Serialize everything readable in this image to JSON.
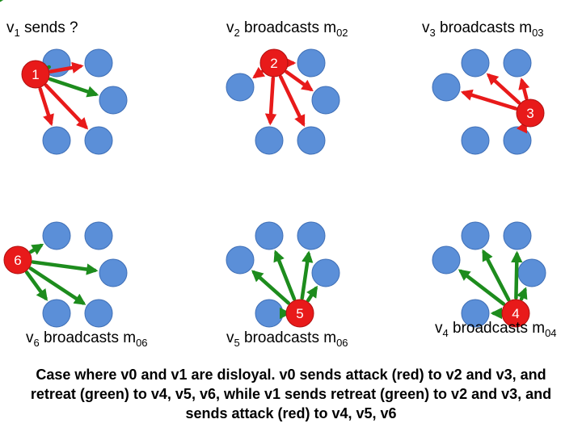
{
  "colors": {
    "node": "#5b8fd8",
    "node_stroke": "#3f6fb6",
    "highlight": "#e81a1a",
    "attack": "#e81a1a",
    "retreat": "#1d8c1d"
  },
  "panels": [
    {
      "sender": "1",
      "label": {
        "pre": "v",
        "sub1": "1",
        "mid": " sends ?",
        "sub2": ""
      },
      "edges": [
        {
          "to": 1,
          "color": "retreat"
        },
        {
          "to": 2,
          "color": "attack"
        },
        {
          "to": 3,
          "color": "retreat"
        },
        {
          "to": 4,
          "color": "attack"
        },
        {
          "to": 5,
          "color": "attack"
        }
      ]
    },
    {
      "sender": "2",
      "label": {
        "pre": "v",
        "sub1": "2",
        "mid": " broadcasts m",
        "sub2": "02"
      },
      "edges": [
        {
          "to": 0,
          "color": "attack"
        },
        {
          "to": 2,
          "color": "attack"
        },
        {
          "to": 3,
          "color": "attack"
        },
        {
          "to": 4,
          "color": "attack"
        },
        {
          "to": 5,
          "color": "attack"
        }
      ]
    },
    {
      "sender": "3",
      "label": {
        "pre": "v",
        "sub1": "3",
        "mid": " broadcasts m",
        "sub2": "03"
      },
      "edges": [
        {
          "to": 0,
          "color": "attack"
        },
        {
          "to": 1,
          "color": "attack"
        },
        {
          "to": 2,
          "color": "attack"
        },
        {
          "to": 4,
          "color": "attack"
        }
      ]
    },
    {
      "sender": "6",
      "label": {
        "pre": "v",
        "sub1": "6",
        "mid": " broadcasts m",
        "sub2": "06"
      },
      "edges": [
        {
          "to": 0,
          "color": "retreat"
        },
        {
          "to": 1,
          "color": "retreat"
        },
        {
          "to": 3,
          "color": "retreat"
        },
        {
          "to": 4,
          "color": "retreat"
        },
        {
          "to": 5,
          "color": "retreat"
        }
      ]
    },
    {
      "sender": "5",
      "label": {
        "pre": "v",
        "sub1": "5",
        "mid": " broadcasts m",
        "sub2": "06"
      },
      "edges": [
        {
          "to": 0,
          "color": "retreat"
        },
        {
          "to": 1,
          "color": "retreat"
        },
        {
          "to": 2,
          "color": "retreat"
        },
        {
          "to": 3,
          "color": "retreat"
        },
        {
          "to": 5,
          "color": "retreat"
        }
      ]
    },
    {
      "sender": "4",
      "label": {
        "pre": "v",
        "sub1": "4",
        "mid": " broadcasts m",
        "sub2": "04"
      },
      "edges": [
        {
          "to": 0,
          "color": "retreat"
        },
        {
          "to": 1,
          "color": "retreat"
        },
        {
          "to": 2,
          "color": "retreat"
        },
        {
          "to": 3,
          "color": "retreat"
        },
        {
          "to": 5,
          "color": "retreat"
        }
      ]
    }
  ],
  "caption": "Case where v0 and v1 are disloyal. v0 sends attack (red) to v2 and v3, and retreat (green) to v4, v5, v6, while v1 sends retreat (green) to v2 and v3, and sends attack (red) to v4, v5, v6"
}
